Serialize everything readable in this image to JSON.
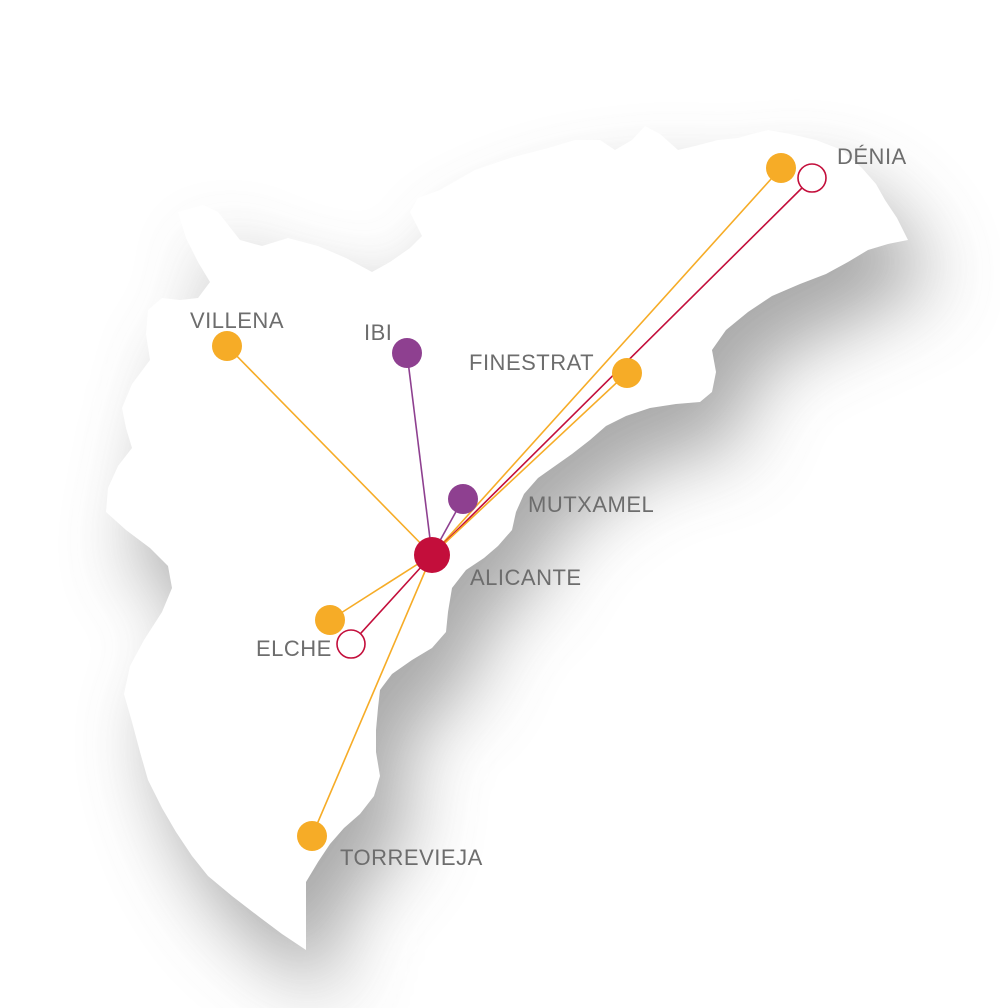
{
  "colors": {
    "orange": "#F6AC27",
    "purple": "#8E4090",
    "crimson": "#C30E3B",
    "label": "#6D6D6D",
    "land": "#FFFFFF",
    "shadow": "#9A9A9A"
  },
  "hub": {
    "label": "ALICANTE",
    "style": "filled-crimson"
  },
  "cities": {
    "denia": {
      "label": "DÉNIA"
    },
    "villena": {
      "label": "VILLENA"
    },
    "ibi": {
      "label": "IBI"
    },
    "finestrat": {
      "label": "FINESTRAT"
    },
    "mutxamel": {
      "label": "MUTXAMEL"
    },
    "elche": {
      "label": "ELCHE"
    },
    "torrevieja": {
      "label": "TORREVIEJA"
    }
  },
  "routes": [
    {
      "from": "ALICANTE",
      "to": "DÉNIA",
      "color": "orange"
    },
    {
      "from": "ALICANTE",
      "to": "DÉNIA",
      "color": "crimson",
      "endpoint": "hollow"
    },
    {
      "from": "ALICANTE",
      "to": "FINESTRAT",
      "color": "orange"
    },
    {
      "from": "ALICANTE",
      "to": "VILLENA",
      "color": "orange"
    },
    {
      "from": "ALICANTE",
      "to": "IBI",
      "color": "purple"
    },
    {
      "from": "ALICANTE",
      "to": "MUTXAMEL",
      "color": "purple"
    },
    {
      "from": "ALICANTE",
      "to": "ELCHE",
      "color": "orange"
    },
    {
      "from": "ALICANTE",
      "to": "ELCHE",
      "color": "crimson",
      "endpoint": "hollow"
    },
    {
      "from": "ALICANTE",
      "to": "TORREVIEJA",
      "color": "orange"
    }
  ]
}
